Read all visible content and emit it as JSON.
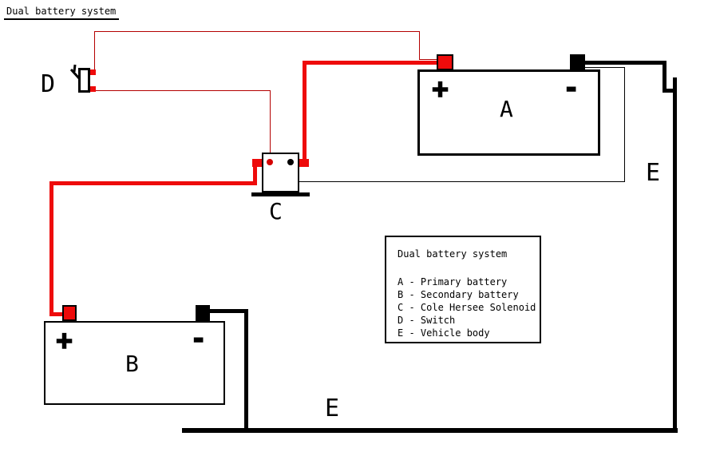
{
  "page_title": "Dual battery system",
  "labels": {
    "battery_a": "A",
    "battery_b": "B",
    "solenoid": "C",
    "switch": "D",
    "vehicle_body_right": "E",
    "vehicle_body_bottom": "E",
    "battery_a_plus": "+",
    "battery_a_minus": "-",
    "battery_b_plus": "+",
    "battery_b_minus": "-"
  },
  "legend": {
    "title": "Dual battery system",
    "items": [
      "A - Primary battery",
      "B - Secondary battery",
      "C - Cole Hersee Solenoid",
      "D - Switch",
      "E - Vehicle body"
    ]
  },
  "colors": {
    "power_wire_red": "#ee0b0b",
    "control_wire_red": "#b40000",
    "ground_wire_black": "#000000",
    "background": "#ffffff"
  }
}
